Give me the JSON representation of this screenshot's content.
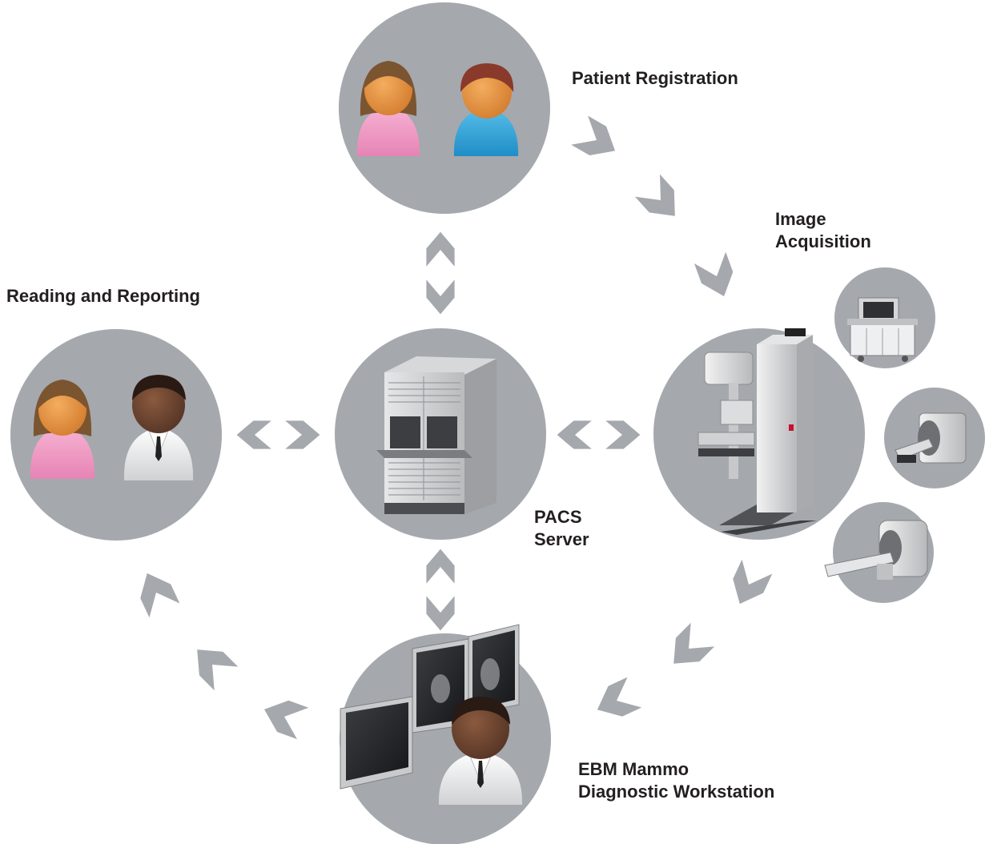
{
  "labels": {
    "patient_registration": "Patient Registration",
    "image_acquisition_line1": "Image",
    "image_acquisition_line2": "Acquisition",
    "reading_reporting": "Reading and Reporting",
    "pacs_line1": "PACS",
    "pacs_line2": "Server",
    "workstation_line1": "EBM Mammo",
    "workstation_line2": "Diagnostic Workstation"
  },
  "colors": {
    "node_circle": "#a5a8ad",
    "arrow": "#a5a8ad",
    "female_shirt": "#f39bc6",
    "male_shirt": "#3aa9dc",
    "skin_light": "#e7913e",
    "skin_dark": "#6a4330",
    "hair_brown": "#7b5530",
    "doctor_coat": "#f1f1f1"
  },
  "icons": {
    "patient_registration": [
      "female-patient-icon",
      "male-patient-icon"
    ],
    "pacs": "server-rack-icon",
    "image_acquisition": "mammography-unit-icon",
    "modalities": [
      "ultrasound-machine-icon",
      "mri-scanner-icon",
      "ct-scanner-icon"
    ],
    "reading_reporting": [
      "female-patient-icon",
      "doctor-icon"
    ],
    "workstation": [
      "monitor-array-icon",
      "doctor-icon"
    ]
  }
}
